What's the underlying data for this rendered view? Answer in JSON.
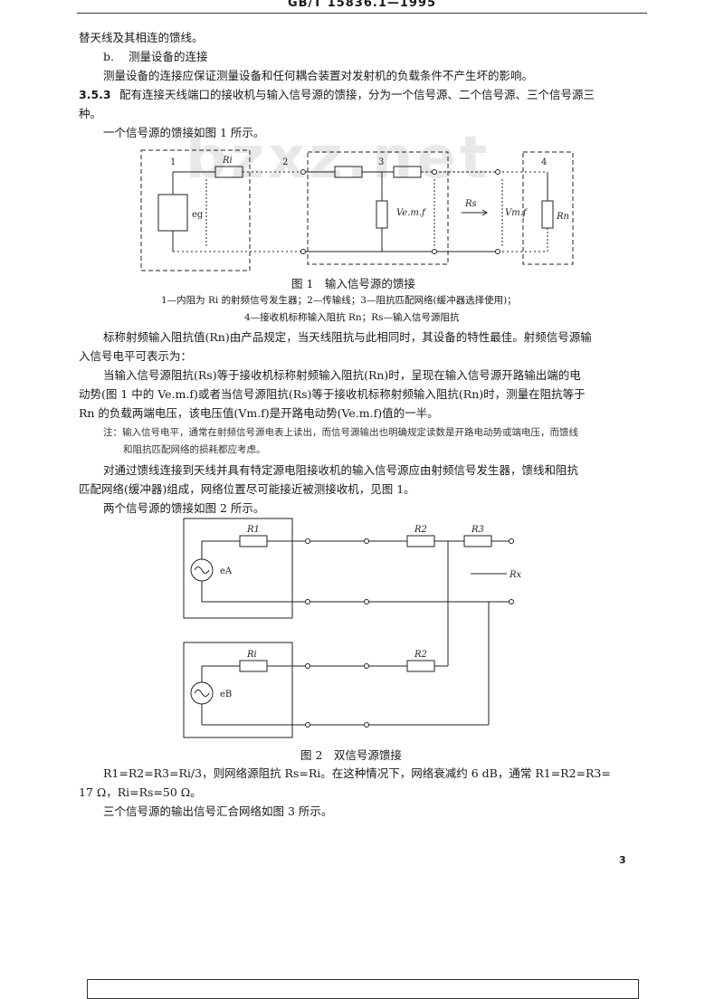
{
  "header": {
    "standard_code": "GB/T 15836.1—1995"
  },
  "watermark": "bzxz.net",
  "paragraphs": {
    "p0": "替天线及其相连的馈线。",
    "p1_label": "b.",
    "p1_text": "测量设备的连接",
    "p2": "测量设备的连接应保证测量设备和任何耦合装置对发射机的负载条件不产生坏的影响。",
    "clause_number": "3.5.3",
    "p3a": "配有连接天线端口的接收机与输入信号源的馈接，分为一个信号源、二个信号源、三个信号源三",
    "p3b": "种。",
    "p4": "一个信号源的馈接如图 1 所示。",
    "p5a": "标称射频输入阻抗值(Rn)由产品规定，当天线阻抗与此相同时，其设备的特性最佳。射频信号源输",
    "p5b": "入信号电平可表示为：",
    "p6a": "当输入信号源阻抗(Rs)等于接收机标称射频输入阻抗(Rn)时，呈现在输入信号源开路输出端的电",
    "p6b": "动势(图 1 中的 Ve.m.f)或者当信号源阻抗(Rs)等于接收机标称射频输入阻抗(Rn)时，测量在阻抗等于",
    "p6c": "Rn 的负载两端电压，该电压值(Vm.f)是开路电动势(Ve.m.f)值的一半。",
    "note_a": "注：输入信号电平，通常在射频信号源电表上读出，而信号源输出也明确规定读数是开路电动势或端电压，而馈线",
    "note_b": "和阻抗匹配网络的损耗都应考虑。",
    "p7a": "对通过馈线连接到天线并具有特定源电阻接收机的输入信号源应由射频信号发生器，馈线和阻抗",
    "p7b": "匹配网络(缓冲器)组成，网络位置尽可能接近被测接收机，见图 1。",
    "p8": "两个信号源的馈接如图 2 所示。",
    "p9a": "R1=R2=R3=Ri/3，则网络源阻抗 Rs=Ri。在这种情况下，网络衰减约 6 dB，通常 R1=R2=R3=",
    "p9b": "17 Ω，Ri=Rs=50 Ω。",
    "p10": "三个信号源的输出信号汇合网络如图 3 所示。"
  },
  "figure1": {
    "caption": "图 1　输入信号源的馈接",
    "legend_a": "1—内阻为 Ri 的射频信号发生器；2—传输线；3—阻抗匹配网络(缓冲器选择使用)；",
    "legend_b": "4—接收机标称输入阻抗 Rn；Rs—输入信号源阻抗",
    "labels": {
      "block1": "1",
      "block2": "2",
      "block3": "3",
      "block4": "4",
      "ri": "Ri",
      "eg": "eg",
      "vemf": "Ve.m.f",
      "vmf": "Vm.f",
      "rs": "Rs",
      "rn": "Rn"
    }
  },
  "figure2": {
    "caption": "图 2　双信号源馈接",
    "labels": {
      "r1": "R1",
      "r2": "R2",
      "r3": "R3",
      "rx": "Rx",
      "ri": "Ri",
      "ea": "eA",
      "eb": "eB"
    }
  },
  "page_number": "3"
}
